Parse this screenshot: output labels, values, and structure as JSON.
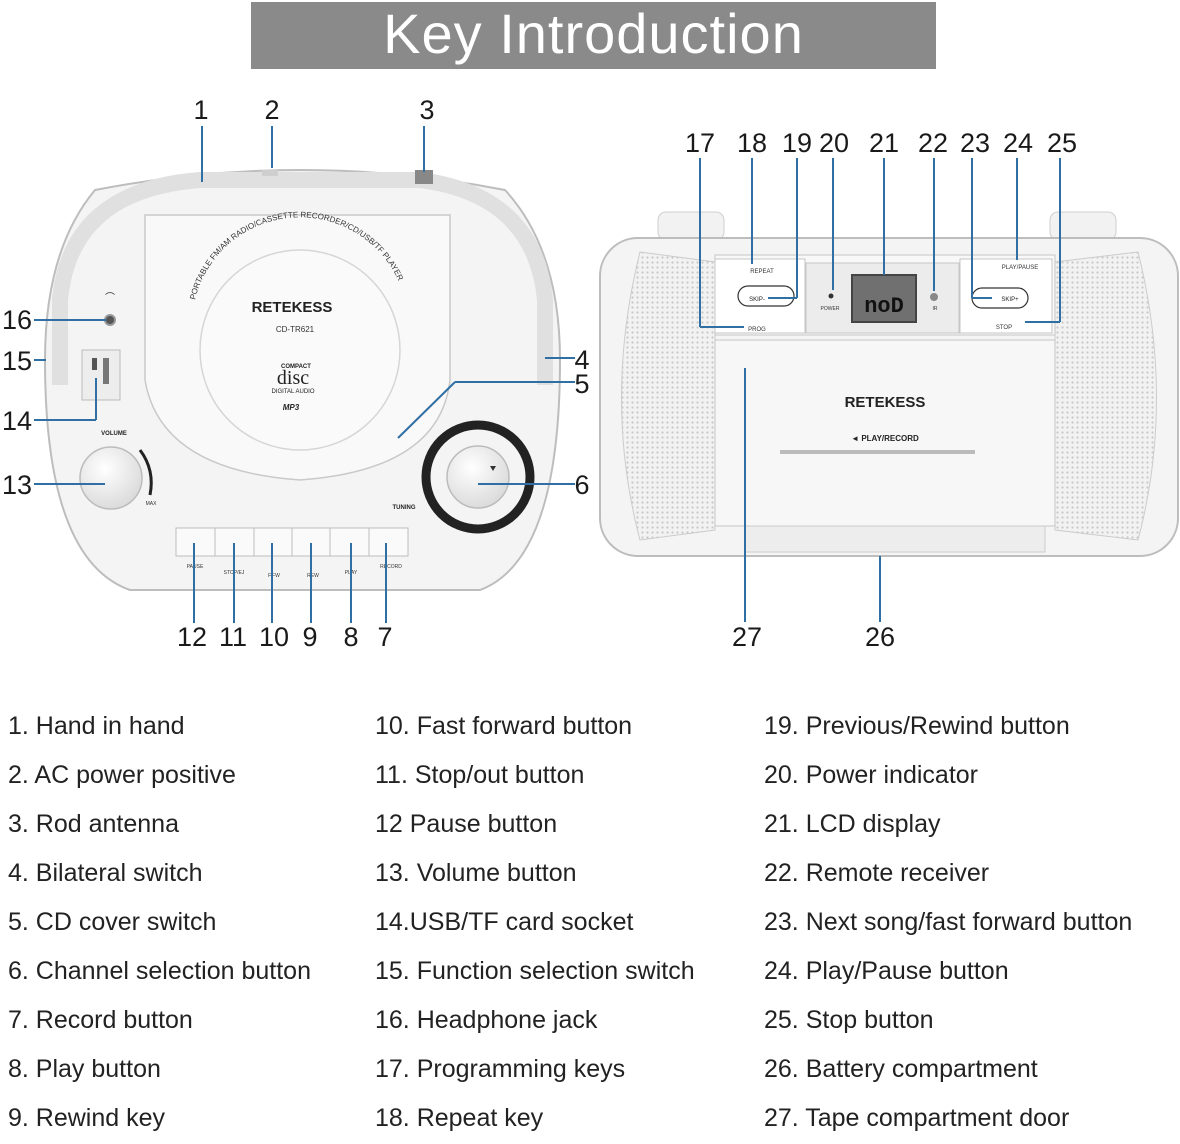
{
  "title": "Key Introduction",
  "brand": "RETEKESS",
  "left_unit": {
    "model": "CD-TR621",
    "cd_ring_text": "PORTABLE FM/AM RADIO/CASSETTE RECORDER/CD/USB/TF PLAYER",
    "logo_compact": "COMPACT",
    "logo_disc": "disc",
    "logo_digital": "DIGITAL AUDIO",
    "logo_mp3": "MP3",
    "volume_label": "VOLUME",
    "max_label": "MAX",
    "tuning_label": "TUNING",
    "buttons": [
      "PAUSE",
      "STOP/EJ",
      "F.FW",
      "REW",
      "PLAY",
      "RECORD"
    ]
  },
  "right_unit": {
    "repeat": "REPEAT",
    "skip_minus": "SKIP-",
    "prog": "PROG",
    "power": "POWER",
    "lcd": "noD",
    "ir": "IR",
    "skip_plus": "SKIP+",
    "play_pause": "PLAY/PAUSE",
    "stop": "STOP",
    "play_record": "◄ PLAY/RECORD"
  },
  "callouts": {
    "n1": "1",
    "n2": "2",
    "n3": "3",
    "n4": "4",
    "n5": "5",
    "n6": "6",
    "n7": "7",
    "n8": "8",
    "n9": "9",
    "n10": "10",
    "n11": "11",
    "n12": "12",
    "n13": "13",
    "n14": "14",
    "n15": "15",
    "n16": "16",
    "n17": "17",
    "n18": "18",
    "n19": "19",
    "n20": "20",
    "n21": "21",
    "n22": "22",
    "n23": "23",
    "n24": "24",
    "n25": "25",
    "n26": "26",
    "n27": "27"
  },
  "legend": {
    "col1": [
      "1. Hand in hand",
      "2. AC power positive",
      "3. Rod antenna",
      "4. Bilateral switch",
      "5. CD cover switch",
      "6. Channel selection button",
      "7. Record button",
      "8. Play button",
      "9. Rewind key"
    ],
    "col2": [
      "10. Fast forward button",
      "11. Stop/out button",
      "12 Pause button",
      "13. Volume button",
      "14.USB/TF card socket",
      "15. Function selection switch",
      "16. Headphone jack",
      "17. Programming keys",
      "18. Repeat key"
    ],
    "col3": [
      "19. Previous/Rewind button",
      "20. Power indicator",
      "21. LCD display",
      "22. Remote receiver",
      "23. Next song/fast forward button",
      "24. Play/Pause button",
      "25. Stop button",
      "26. Battery compartment",
      "27. Tape compartment door"
    ]
  }
}
